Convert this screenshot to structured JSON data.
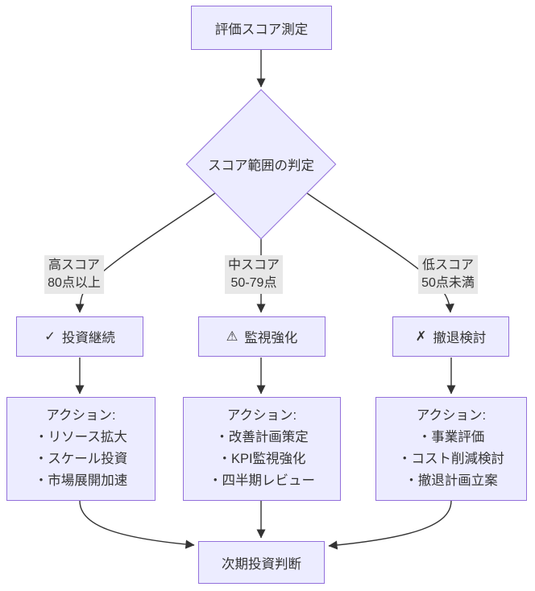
{
  "colors": {
    "node_fill": "#ECECFF",
    "node_border": "#9370DB",
    "edge_line": "#333333",
    "edge_label_bg": "#e8e8e8",
    "text": "#333333",
    "background": "#ffffff"
  },
  "nodes": {
    "start": {
      "label": "評価スコア測定"
    },
    "decision": {
      "label": "スコア範囲の判定"
    },
    "invest": {
      "icon": "✓",
      "label": "投資継続"
    },
    "monitor": {
      "icon": "⚠",
      "label": "監視強化"
    },
    "withdraw": {
      "icon": "✗",
      "label": "撤退検討"
    },
    "action_high": {
      "heading": "アクション:",
      "items": [
        "・リソース拡大",
        "・スケール投資",
        "・市場展開加速"
      ]
    },
    "action_mid": {
      "heading": "アクション:",
      "items": [
        "・改善計画策定",
        "・KPI監視強化",
        "・四半期レビュー"
      ]
    },
    "action_low": {
      "heading": "アクション:",
      "items": [
        "・事業評価",
        "・コスト削減検討",
        "・撤退計画立案"
      ]
    },
    "final": {
      "label": "次期投資判断"
    }
  },
  "edge_labels": {
    "high": {
      "line1": "高スコア",
      "line2": "80点以上"
    },
    "mid": {
      "line1": "中スコア",
      "line2": "50-79点"
    },
    "low": {
      "line1": "低スコア",
      "line2": "50点未満"
    }
  }
}
